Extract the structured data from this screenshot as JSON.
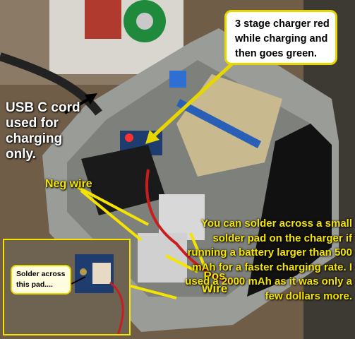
{
  "labels": {
    "charger_callout": "3 stage charger red while charging and then goes green.",
    "usb_cord": "USB C cord used for charging only.",
    "neg_wire": "Neg wire",
    "pos_wire": "Pos Wire",
    "solder_note": "You can solder across a small solder pad on the charger if running a battery larger than 500 mAh for a faster charging rate.  I used a 2000 mAh as it was only a few dollars more.",
    "inset_label": "Solder across this pad...."
  },
  "colors": {
    "callout_border": "#e8d600",
    "annotation_yellow": "#f5e400",
    "annotation_white": "#ffffff"
  }
}
